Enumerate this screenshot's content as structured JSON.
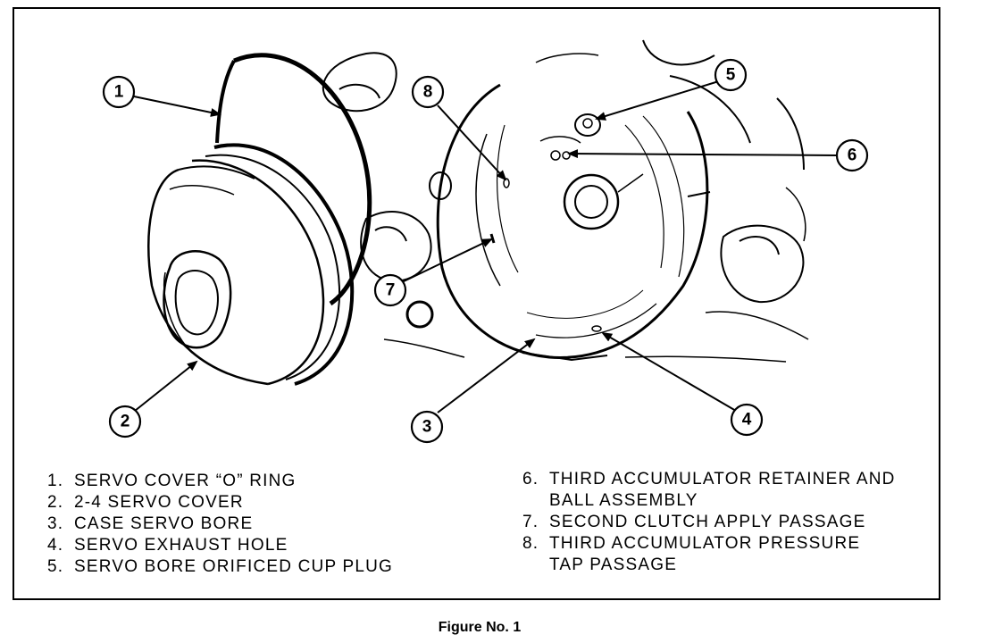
{
  "callouts": [
    {
      "num": "1"
    },
    {
      "num": "2"
    },
    {
      "num": "3"
    },
    {
      "num": "4"
    },
    {
      "num": "5"
    },
    {
      "num": "6"
    },
    {
      "num": "7"
    },
    {
      "num": "8"
    }
  ],
  "legend_left": [
    {
      "num": "1.",
      "text": "SERVO COVER “O” RING"
    },
    {
      "num": "2.",
      "text": "2-4 SERVO COVER"
    },
    {
      "num": "3.",
      "text": "CASE SERVO BORE"
    },
    {
      "num": "4.",
      "text": "SERVO EXHAUST HOLE"
    },
    {
      "num": "5.",
      "text": "SERVO BORE ORIFICED CUP PLUG"
    }
  ],
  "legend_right": [
    {
      "num": "6.",
      "text": "THIRD ACCUMULATOR RETAINER AND"
    },
    {
      "num": "",
      "text": "BALL ASSEMBLY"
    },
    {
      "num": "7.",
      "text": "SECOND CLUTCH APPLY PASSAGE"
    },
    {
      "num": "8.",
      "text": "THIRD ACCUMULATOR PRESSURE"
    },
    {
      "num": "",
      "text": "TAP PASSAGE"
    }
  ],
  "caption": "Figure No. 1"
}
